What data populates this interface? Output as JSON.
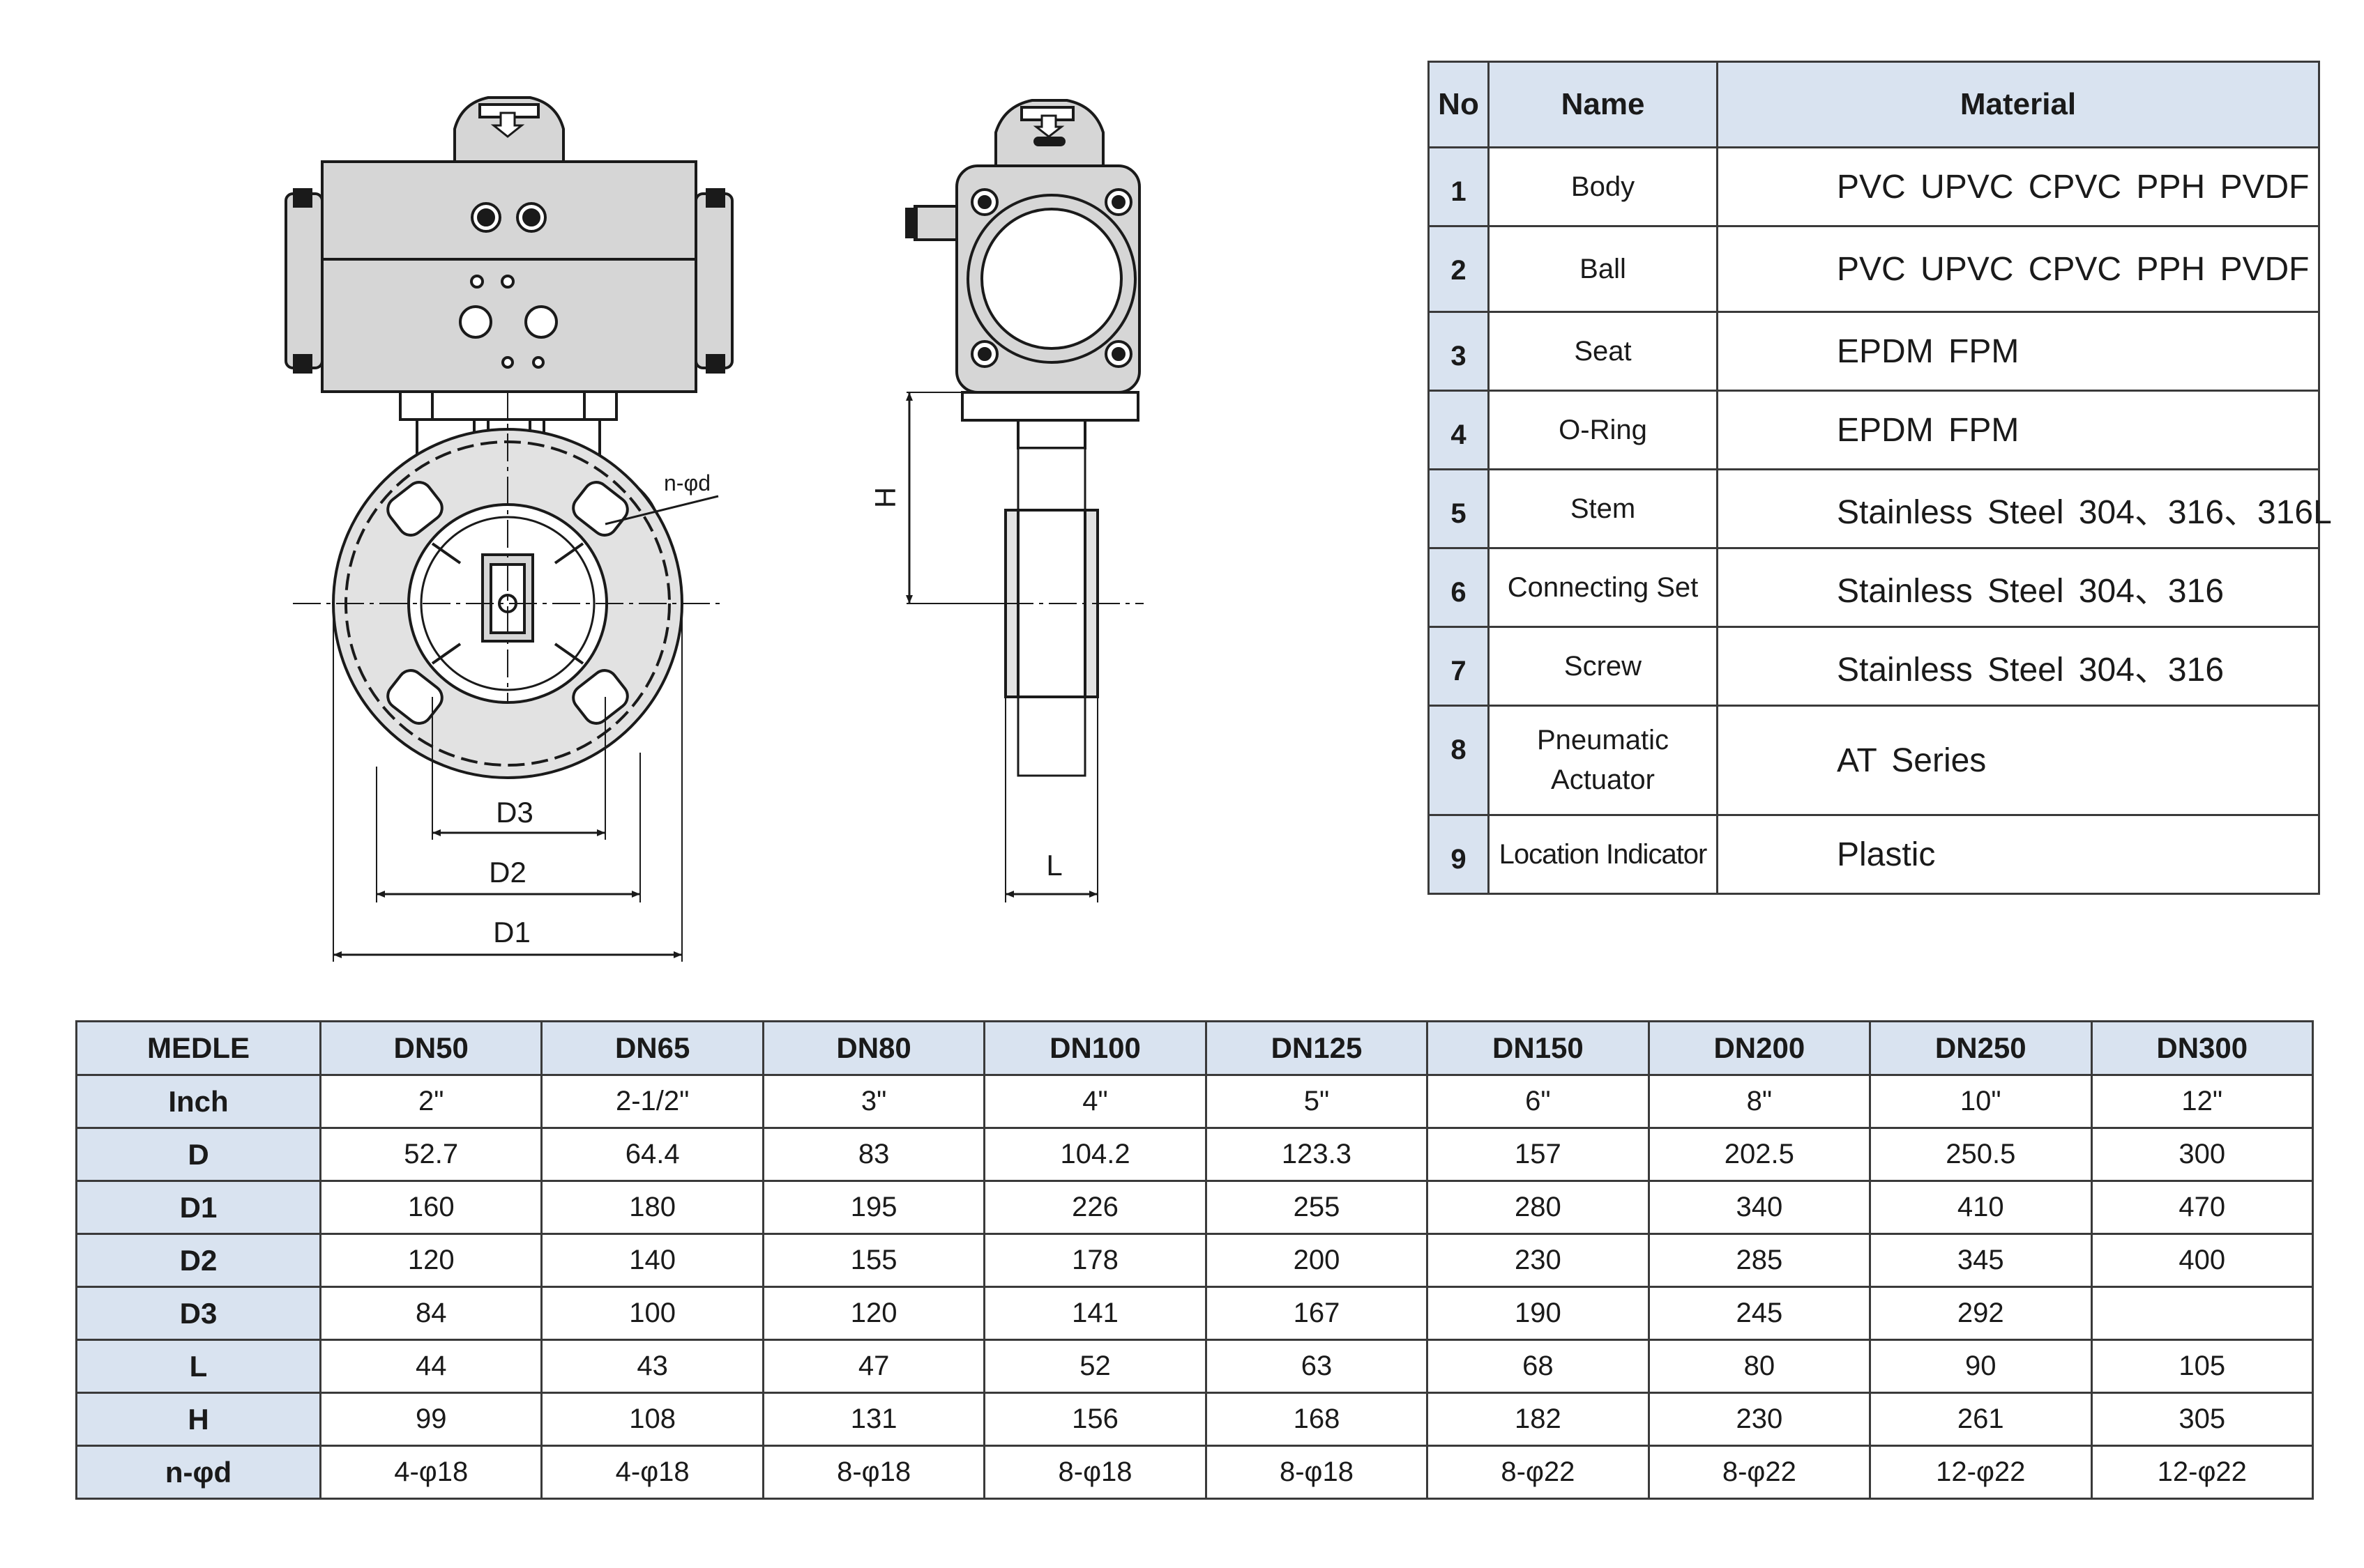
{
  "drawing": {
    "labels": {
      "n_phi_d": "n-φd",
      "h": "H",
      "d3": "D3",
      "d2": "D2",
      "d1": "D1",
      "l": "L"
    }
  },
  "parts_table": {
    "headers": {
      "no": "No",
      "name": "Name",
      "material": "Material"
    },
    "rows": [
      {
        "no": "1",
        "name": "Body",
        "material": "PVC  UPVC   CPVC  PPH  PVDF"
      },
      {
        "no": "2",
        "name": "Ball",
        "material": "PVC  UPVC   CPVC  PPH  PVDF"
      },
      {
        "no": "3",
        "name": "Seat",
        "material": "EPDM FPM"
      },
      {
        "no": "4",
        "name": "O-Ring",
        "material": "EPDM FPM"
      },
      {
        "no": "5",
        "name": "Stem",
        "material": "Stainless Steel 304、316、316L"
      },
      {
        "no": "6",
        "name": "Connecting Set",
        "material": "Stainless Steel 304、316"
      },
      {
        "no": "7",
        "name": "Screw",
        "material": "Stainless Steel 304、316"
      },
      {
        "no": "8",
        "name": "Pneumatic Actuator",
        "material": "AT Series"
      },
      {
        "no": "9",
        "name": "Location Indicator",
        "material": "Plastic"
      }
    ]
  },
  "dimensions_table": {
    "corner_label": "MEDLE",
    "columns": [
      "DN50",
      "DN65",
      "DN80",
      "DN100",
      "DN125",
      "DN150",
      "DN200",
      "DN250",
      "DN300"
    ],
    "rows": [
      {
        "label": "Inch",
        "values": [
          "2\"",
          "2-1/2\"",
          "3\"",
          "4\"",
          "5\"",
          "6\"",
          "8\"",
          "10\"",
          "12\""
        ]
      },
      {
        "label": "D",
        "values": [
          "52.7",
          "64.4",
          "83",
          "104.2",
          "123.3",
          "157",
          "202.5",
          "250.5",
          "300"
        ]
      },
      {
        "label": "D1",
        "values": [
          "160",
          "180",
          "195",
          "226",
          "255",
          "280",
          "340",
          "410",
          "470"
        ]
      },
      {
        "label": "D2",
        "values": [
          "120",
          "140",
          "155",
          "178",
          "200",
          "230",
          "285",
          "345",
          "400"
        ]
      },
      {
        "label": "D3",
        "values": [
          "84",
          "100",
          "120",
          "141",
          "167",
          "190",
          "245",
          "292",
          ""
        ]
      },
      {
        "label": "L",
        "values": [
          "44",
          "43",
          "47",
          "52",
          "63",
          "68",
          "80",
          "90",
          "105"
        ]
      },
      {
        "label": "H",
        "values": [
          "99",
          "108",
          "131",
          "156",
          "168",
          "182",
          "230",
          "261",
          "305"
        ]
      },
      {
        "label": "n-φd",
        "values": [
          "4-φ18",
          "4-φ18",
          "8-φ18",
          "8-φ18",
          "8-φ18",
          "8-φ22",
          "8-φ22",
          "12-φ22",
          "12-φ22"
        ]
      }
    ]
  }
}
